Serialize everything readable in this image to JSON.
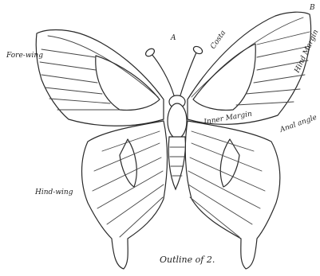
{
  "figure": {
    "caption": "Outline of 2.",
    "labels": {
      "fore_wing": "Fore-wing",
      "hind_wing": "Hind-wing",
      "costa": "Costa",
      "hind_margin": "Hind Margin",
      "inner_margin": "Inner Margin",
      "anal_angle": "Anal angle",
      "letter_a": "A",
      "letter_b": "B"
    }
  }
}
